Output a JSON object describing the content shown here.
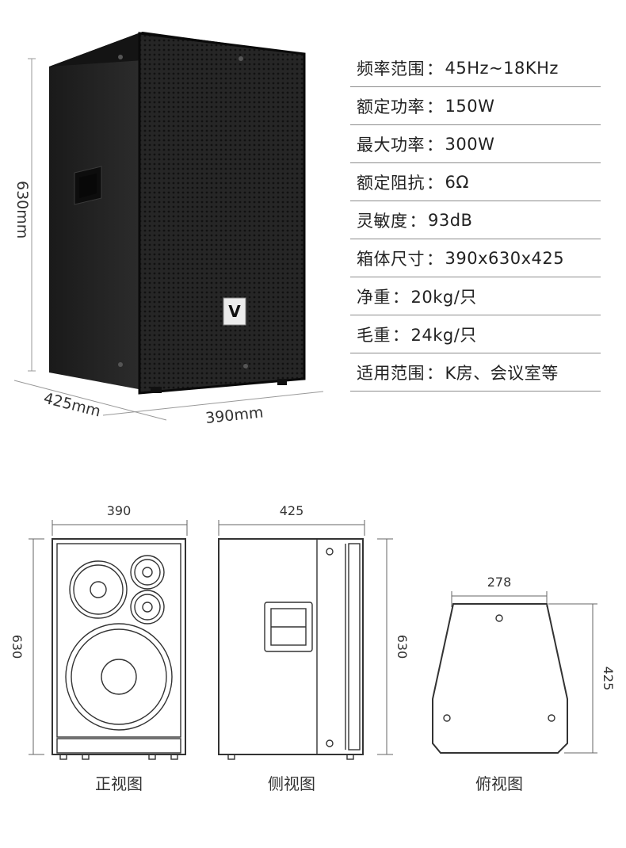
{
  "dimensions": {
    "height_label": "630mm",
    "depth_label": "425mm",
    "width_label": "390mm"
  },
  "logo": {
    "text": "V"
  },
  "specs": [
    {
      "label": "频率范围",
      "value": "45Hz~18KHz"
    },
    {
      "label": "额定功率",
      "value": "150W"
    },
    {
      "label": "最大功率",
      "value": "300W"
    },
    {
      "label": "额定阻抗",
      "value": "6Ω"
    },
    {
      "label": "灵敏度",
      "value": "93dB"
    },
    {
      "label": "箱体尺寸",
      "value": "390x630x425"
    },
    {
      "label": "净重",
      "value": "20kg/只"
    },
    {
      "label": "毛重",
      "value": "24kg/只"
    },
    {
      "label": "适用范围",
      "value": "K房、会议室等"
    }
  ],
  "views": {
    "front": {
      "width": "390",
      "height": "630",
      "caption": "正视图"
    },
    "side": {
      "width": "425",
      "height": "630",
      "caption": "侧视图"
    },
    "top": {
      "width": "278",
      "depth": "425",
      "caption": "俯视图"
    }
  },
  "colors": {
    "cabinet": "#1c1c1c",
    "grille": "#2a2a2a",
    "line": "#333333",
    "divider": "#8c8c8c"
  }
}
